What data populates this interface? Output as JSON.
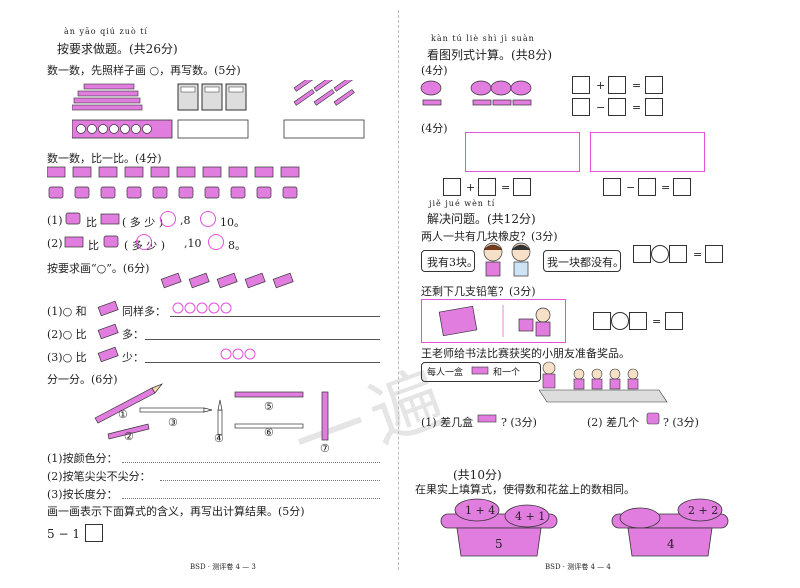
{
  "left": {
    "s1_pinyin": "àn yāo qiú zuò tí",
    "s1_title": "按要求做题。(共26分)",
    "q1": "数一数，先照样子画 ○，再写数。(5分)",
    "q2": "数一数，比一比。(4分)",
    "q2a_n": "(1)",
    "q2a_mid": "比",
    "q2a_opts": "( 多  少 )",
    "q2a_end": ",8",
    "q2a_num": "10。",
    "q2b_n": "(2)",
    "q2b_mid": "比",
    "q2b_opts": "( 多  少 )",
    "q2b_end": ",10",
    "q2b_num": "8。",
    "q3": "按要求画“○”。(6分)",
    "q3a": "(1)○ 和",
    "q3a_end": "同样多：",
    "q3b": "(2)○ 比",
    "q3b_end": "多：",
    "q3c": "(3)○ 比",
    "q3c_end": "少：",
    "q4": "分一分。(6分)",
    "labels": [
      "①",
      "②",
      "③",
      "④",
      "⑤",
      "⑥",
      "⑦"
    ],
    "q4a": "(1)按颜色分：",
    "q4b": "(2)按笔尖尖不尖分：",
    "q4c": "(3)按长度分：",
    "q5": "画一画表示下面算式的含义，再写出计算结果。(5分)",
    "q5_expr": "5 − 1 =",
    "footer": "BSD · 测评卷 4 — 3"
  },
  "right": {
    "s2_pinyin": "kàn tú liè shì jì suàn",
    "s2_title": "看图列式计算。(共8分)",
    "p1": "(4分)",
    "p2": "(4分)",
    "plus": "+",
    "minus": "−",
    "eq": "=",
    "s3_pinyin": "jiě jué wèn tí",
    "s3_title": "解决问题。(共12分)",
    "r1": "两人一共有几块橡皮？(3分)",
    "bubble1": "我有3块。",
    "bubble2": "我一块都没有。",
    "r2": "还剩下几支铅笔？(3分)",
    "r3": "王老师给书法比赛获奖的小朋友准备奖品。",
    "r3_note_a": "每人一盒",
    "r3_note_b": "和一个",
    "r3a": "(1) 差几盒",
    "r3a_end": "? (3分)",
    "r3b": "(2) 差几个",
    "r3b_end": "? (3分)",
    "s4_title": "(共10分)",
    "s4_q": "在果实上填算式，使得数和花盆上的数相同。",
    "fruit1": [
      "1 + 4",
      "4 + 1"
    ],
    "pot1": "5",
    "fruit2": [
      "2 + 2"
    ],
    "pot2": "4",
    "footer": "BSD · 测评卷 4 — 4"
  },
  "watermark": "一遍"
}
